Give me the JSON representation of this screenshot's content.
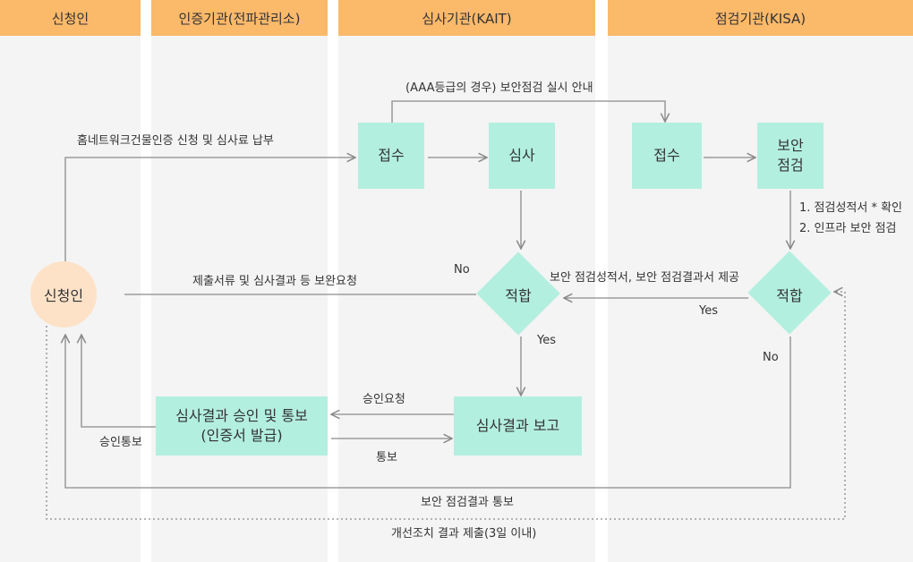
{
  "lanes": {
    "applicant": "신청인",
    "certifier": "인증기관(전파관리소)",
    "reviewer": "심사기관(KAIT)",
    "inspector": "점검기관(KISA)"
  },
  "nodes": {
    "applicant_circle": "신청인",
    "kait_receive": "접수",
    "kait_review": "심사",
    "kisa_receive": "접수",
    "kisa_inspect": "보안\n점검",
    "kait_decision": "적합",
    "kisa_decision": "적합",
    "kait_report": "심사결과 보고",
    "approval": "심사결과 승인 및 통보\n(인증서 발급)"
  },
  "labels": {
    "aaa_notice": "(AAA등급의 경우) 보안점검 실시 안내",
    "apply_pay": "홈네트워크건물인증 신청 및 심사료 납부",
    "supplement_request": "제출서류 및 심사결과 등 보완요청",
    "kait_no": "No",
    "kait_yes": "Yes",
    "kisa_submit": "보안 점검성적서, 보안 점검결과서 제공",
    "kisa_yes": "Yes",
    "kisa_no": "No",
    "kisa_checklist_1": "1. 점검성적서 * 확인",
    "kisa_checklist_2": "2. 인프라 보안 점검",
    "approval_request": "승인요청",
    "notify": "통보",
    "approval_notify": "승인통보",
    "security_result_notify": "보안 점검결과 통보",
    "corrective_submit": "개선조치 결과 제출(3일 이내)"
  },
  "colors": {
    "lane_header": "#fbb96a",
    "lane_background": "#f4f4f4",
    "process_box": "#b3efdf",
    "applicant_circle": "#fde2c7",
    "line": "#8a8a8a"
  }
}
